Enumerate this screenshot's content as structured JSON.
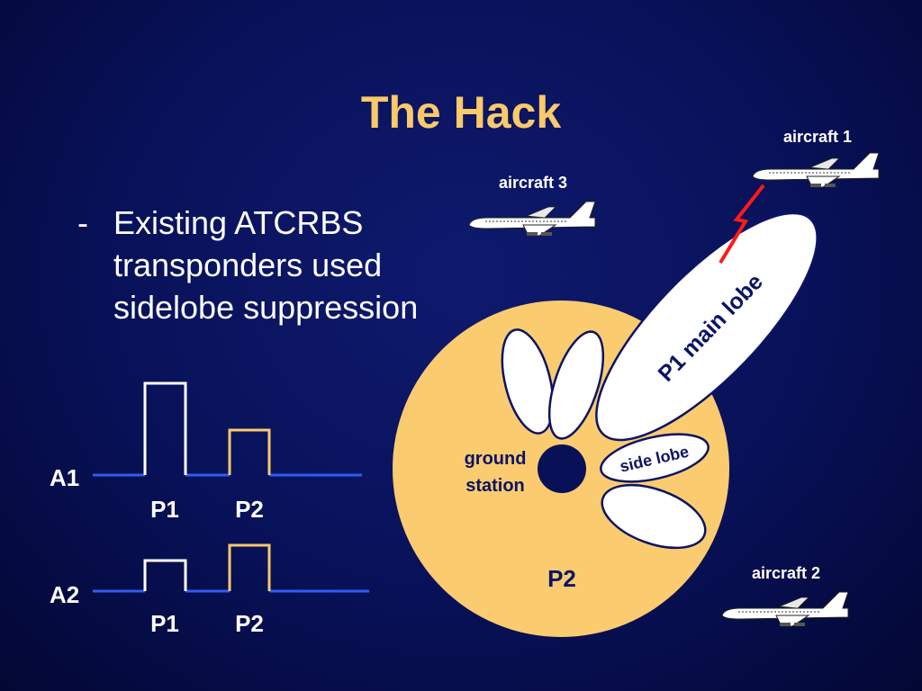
{
  "title": "The Hack",
  "bullet": {
    "marker": "-",
    "lines": [
      "Existing ATCRBS",
      "transponders used",
      "sidelobe suppression"
    ]
  },
  "pulses": {
    "rows": [
      {
        "label": "A1",
        "p1_label": "P1",
        "p2_label": "P2"
      },
      {
        "label": "A2",
        "p1_label": "P1",
        "p2_label": "P2"
      }
    ]
  },
  "station": {
    "label_line1": "ground",
    "label_line2": "station",
    "p2_label": "P2",
    "main_lobe_label": "P1 main lobe",
    "side_lobe_label": "side lobe"
  },
  "aircraft": {
    "a1": "aircraft 1",
    "a2": "aircraft 2",
    "a3": "aircraft 3"
  },
  "colors": {
    "title": "#f9c96a",
    "disc": "#fbcb6f",
    "lobe_fill": "#ffffff",
    "lobe_stroke": "#0a1466",
    "line_blue": "#2f5cf0",
    "pulse_white": "#ffffff",
    "pulse_orange": "#f9c96a",
    "signal_red": "#ff1a1a"
  }
}
